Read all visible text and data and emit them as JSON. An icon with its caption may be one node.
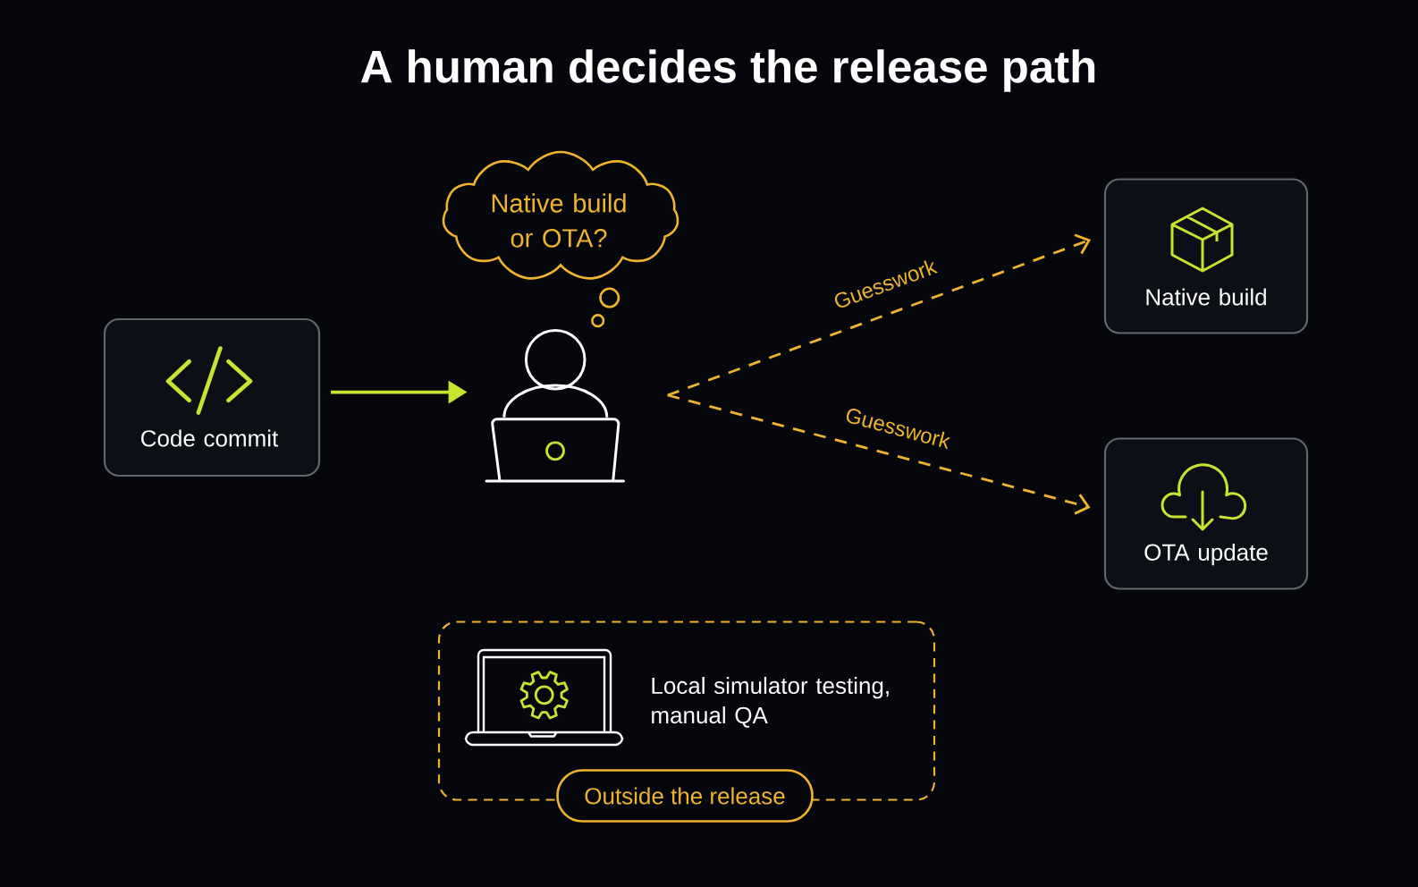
{
  "diagram": {
    "title": "A human decides the release path",
    "nodes": [
      {
        "text": [
          "Code commit"
        ]
      },
      {
        "text": [
          "Native build or OTA?"
        ]
      },
      {
        "text": [],
        "shape": "person"
      },
      {
        "text": [
          "Native build"
        ]
      },
      {
        "text": [
          "OTA update"
        ]
      },
      {
        "text": [
          "Local simulator testing, manual QA"
        ]
      },
      {
        "text": [
          "Outside the release"
        ]
      }
    ],
    "edges": [
      {
        "from": 0,
        "to": 2,
        "arrow": "to",
        "color": "#c9e42e"
      },
      {
        "from": 2,
        "to": 3,
        "arrow": "to",
        "label": "Guesswork",
        "style": "dashed",
        "color": "#f0b32e"
      },
      {
        "from": 2,
        "to": 4,
        "arrow": "to",
        "label": "Guesswork",
        "style": "dashed",
        "color": "#f0b32e"
      }
    ]
  }
}
